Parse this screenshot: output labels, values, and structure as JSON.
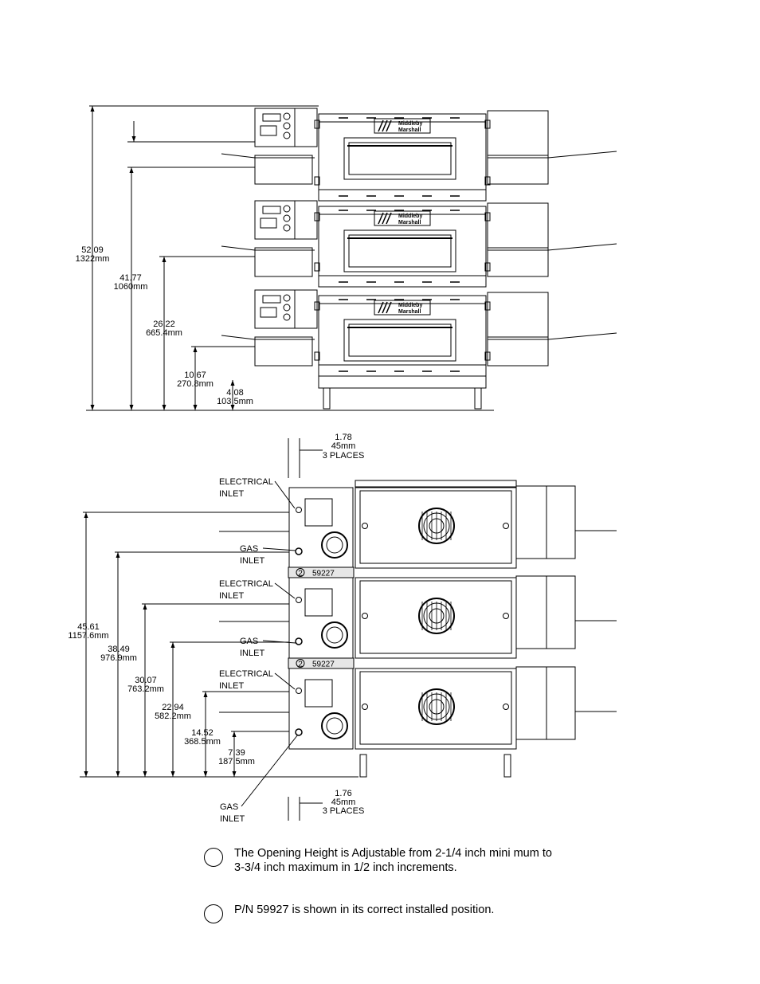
{
  "logo_text": [
    "Middleby",
    "Marshall"
  ],
  "front_view": {
    "dims": [
      {
        "value": "52.09",
        "metric": "1322mm"
      },
      {
        "value": "41.77",
        "metric": "1060mm"
      },
      {
        "value": "26.22",
        "metric": "665.4mm"
      },
      {
        "value": "10.67",
        "metric": "270.8mm"
      },
      {
        "value": "4.08",
        "metric": "103.5mm"
      }
    ]
  },
  "rear_view": {
    "top_spacing": {
      "value": "1.78",
      "metric": "45mm",
      "note": "3 PLACES"
    },
    "bottom_spacing": {
      "value": "1.76",
      "metric": "45mm",
      "note": "3 PLACES"
    },
    "labels": {
      "electrical_1": "ELECTRICAL",
      "electrical_2": "INLET",
      "gas_1": "GAS",
      "gas_2": "INLET"
    },
    "part_callout": {
      "number": "2",
      "part": "59227"
    },
    "dims": [
      {
        "value": "45.61",
        "metric": "1157.6mm"
      },
      {
        "value": "38.49",
        "metric": "976.9mm"
      },
      {
        "value": "30.07",
        "metric": "763.2mm"
      },
      {
        "value": "22.94",
        "metric": "582.2mm"
      },
      {
        "value": "14.52",
        "metric": "368.5mm"
      },
      {
        "value": "7.39",
        "metric": "187.5mm"
      }
    ]
  },
  "notes": [
    {
      "text": "The Opening Height is Adjustable from 2-1/4 inch mini mum to 3-3/4 inch maximum in 1/2 inch increments."
    },
    {
      "text": "P/N 59927 is shown in its correct installed position."
    }
  ]
}
